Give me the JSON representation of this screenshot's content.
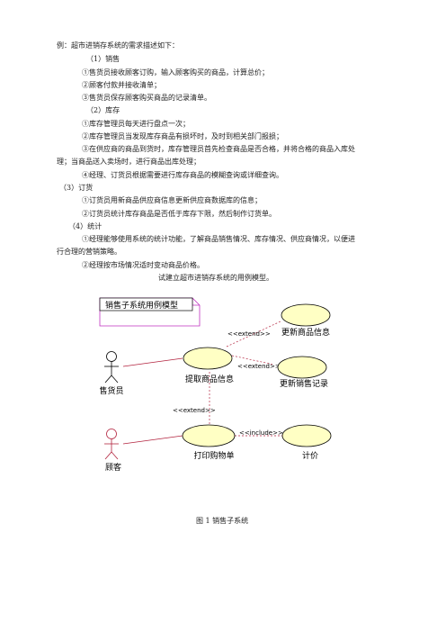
{
  "doc": {
    "lines": [
      "例：超市进销存系统的需求描述如下：",
      "（1）销售",
      "①售货员接收顾客订购，输入顾客购买的商品，计算总价；",
      "②顾客付款并接收清单；",
      "③售货员保存顾客购买商品的记录清单。",
      "（2）库存",
      "①库存管理员每天进行盘点一次；",
      "②库存管理员当发现库存商品有损坏时，及时到相关部门报损；",
      "③在供应商的商品到货时，库存管理员首先检查商品是否合格，并将合格的商品入库处",
      "理；当商品送入卖场时，进行商品出库处理；",
      "④经理、订货员根据需要进行库存商品的模糊查询或详细查询。",
      "（3）订货",
      "①订货员用新商品供应商信息更新供应商数据库的信息；",
      "②订货员统计库存商品是否低于库存下限，然后制作订货单。",
      "（4）统计",
      "①经理能够使用系统的统计功能，了解商品销售情况、库存情况、供应商情况，以便进",
      "行合理的营销策略。",
      "②经理按市场情况适时变动商品价格。",
      "试建立超市进销存系统的用例模型。"
    ],
    "figure_caption": "图 1  销售子系统"
  },
  "diagram": {
    "title": "销售子系统用例模型",
    "actors": {
      "clerk": "售货员",
      "customer": "顾客"
    },
    "use_cases": {
      "update_goods": "更新商品信息",
      "fetch_goods": "提取商品信息",
      "update_sales": "更新销售记录",
      "print_list": "打印购物单",
      "pricing": "计价"
    },
    "relations": {
      "extend_update_goods": "<<extend>>",
      "extend_update_sales": "<<extend>>",
      "extend_print": "<<extend>>",
      "include_pricing": "<<include>>"
    },
    "colors": {
      "usecase_fill": "#ffffc4",
      "line": "#b3243f",
      "actor_line": "#000000",
      "note_border": "#c030c0"
    }
  }
}
